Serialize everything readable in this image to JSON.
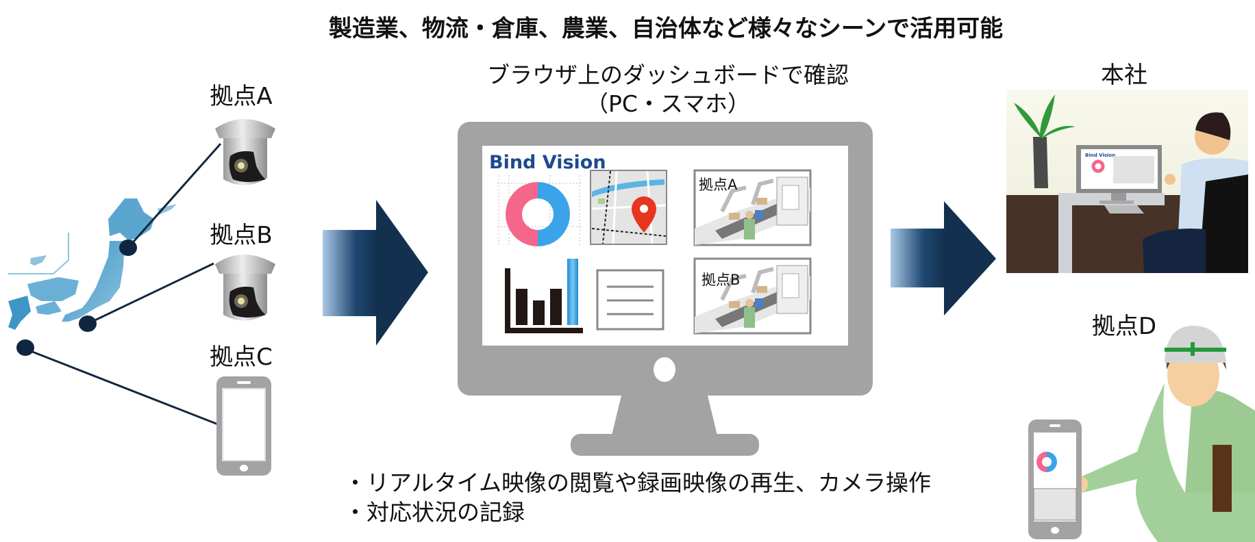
{
  "title": "製造業、物流・倉庫、農業、自治体など様々なシーンで活用可能",
  "sites": {
    "a": "拠点A",
    "b": "拠点B",
    "c": "拠点C",
    "d": "拠点D",
    "hq": "本社"
  },
  "center": {
    "caption_line1": "ブラウザ上のダッシュボードで確認",
    "caption_line2": "（PC・スマホ）",
    "app_name": "Bind Vision",
    "tile_a_label": "拠点A",
    "tile_b_label": "拠点B"
  },
  "features": [
    "・リアルタイム映像の閲覧や録画映像の再生、カメラ操作",
    "・対応状況の記録"
  ],
  "colors": {
    "arrow_dark": "#13304f",
    "arrow_light": "#8fb4d8",
    "brand": "#1d4a8f",
    "donut_pink": "#f4668a",
    "donut_blue": "#3ba3e8",
    "map_blue": "#5aa6cf",
    "monitor_gray": "#a3a3a3"
  }
}
